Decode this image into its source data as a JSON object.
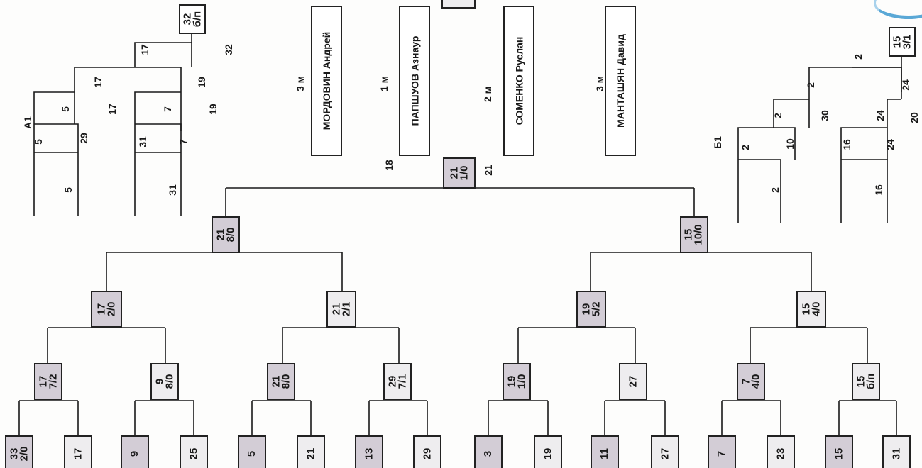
{
  "places": {
    "mordovin": {
      "place": "3 м",
      "name": "МОРДОВИН Андрей"
    },
    "papshuov": {
      "place": "1 м",
      "name": "ПАПШУОВ Азнаур"
    },
    "somenko": {
      "place": "2 м",
      "name": "СОМЕНКО Руслан"
    },
    "mantashyan": {
      "place": "3 м",
      "name": "МАНТАШЯН Давид"
    }
  },
  "repechage": {
    "a1_title": "А1",
    "b1_title": "Б1",
    "a1": {
      "top_box": {
        "num": "32",
        "score": "б/п"
      },
      "labels": [
        "17",
        "32",
        "17",
        "19",
        "5",
        "17",
        "7",
        "19",
        "5",
        "29",
        "31",
        "7",
        "5",
        "31"
      ]
    },
    "b1": {
      "top_box": {
        "num": "15",
        "score": "3/1"
      },
      "labels": [
        "2",
        "2",
        "24",
        "2",
        "30",
        "24",
        "20",
        "2",
        "10",
        "16",
        "24",
        "2",
        "16"
      ]
    }
  },
  "main": {
    "final_box": {
      "num": "21",
      "score": "1/0"
    },
    "final_left": "18",
    "final_right": "21",
    "semi_left": {
      "num": "21",
      "score": "8/0"
    },
    "semi_right": {
      "num": "15",
      "score": "10/0"
    },
    "qf": [
      {
        "num": "17",
        "score": "2/0"
      },
      {
        "num": "21",
        "score": "2/1"
      },
      {
        "num": "19",
        "score": "5/2"
      },
      {
        "num": "15",
        "score": "4/0"
      }
    ],
    "r2": [
      {
        "num": "17",
        "score": "7/2"
      },
      {
        "num": "9",
        "score": "8/0"
      },
      {
        "num": "21",
        "score": "8/0"
      },
      {
        "num": "29",
        "score": "7/1"
      },
      {
        "num": "19",
        "score": "1/0"
      },
      {
        "num": "27",
        "score": ""
      },
      {
        "num": "7",
        "score": "4/0"
      },
      {
        "num": "15",
        "score": "б/п"
      }
    ],
    "r1": [
      {
        "num": "33",
        "score": "2/0"
      },
      {
        "num": "17",
        "score": ""
      },
      {
        "num": "9",
        "score": ""
      },
      {
        "num": "25",
        "score": ""
      },
      {
        "num": "5",
        "score": ""
      },
      {
        "num": "21",
        "score": ""
      },
      {
        "num": "13",
        "score": ""
      },
      {
        "num": "29",
        "score": ""
      },
      {
        "num": "3",
        "score": ""
      },
      {
        "num": "19",
        "score": ""
      },
      {
        "num": "11",
        "score": ""
      },
      {
        "num": "27",
        "score": ""
      },
      {
        "num": "7",
        "score": ""
      },
      {
        "num": "23",
        "score": ""
      },
      {
        "num": "15",
        "score": ""
      },
      {
        "num": "31",
        "score": ""
      }
    ]
  },
  "colors": {
    "line": "#1a1a1a",
    "box_dark": "#d3cdd6",
    "box_light": "#ecebed",
    "swoosh": "#5aa8d6"
  }
}
